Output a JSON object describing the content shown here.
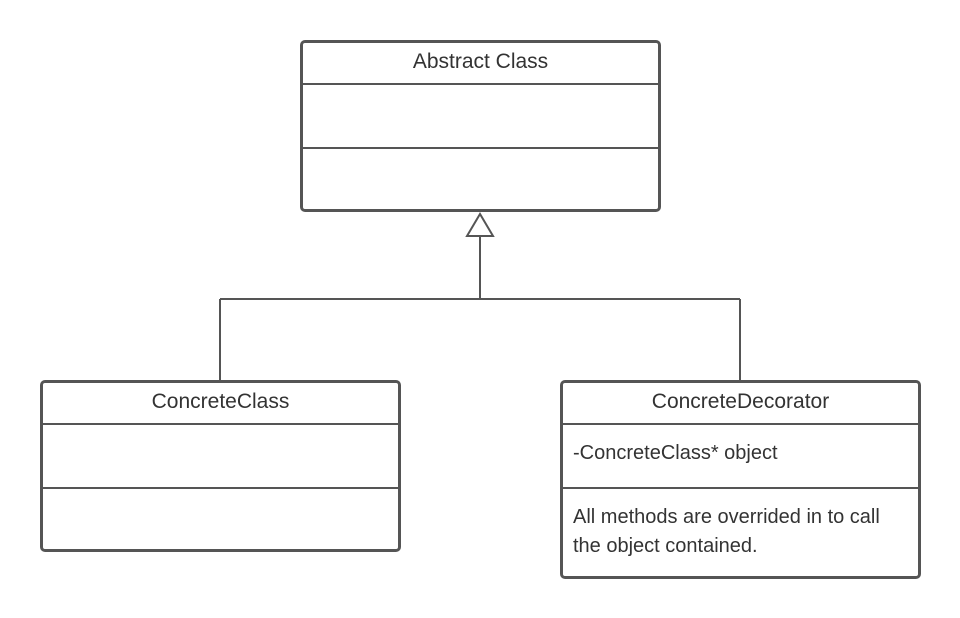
{
  "diagram": {
    "classes": [
      {
        "id": "abstract-class",
        "name": "Abstract Class",
        "attributes": "",
        "methods": ""
      },
      {
        "id": "concrete-class",
        "name": "ConcreteClass",
        "attributes": "",
        "methods": ""
      },
      {
        "id": "concrete-decorator",
        "name": "ConcreteDecorator",
        "attributes": "-ConcreteClass* object",
        "methods": "All methods are overrided in to call the object contained."
      }
    ],
    "relationships": [
      {
        "type": "generalization",
        "from": "ConcreteClass",
        "to": "Abstract Class"
      },
      {
        "type": "generalization",
        "from": "ConcreteDecorator",
        "to": "Abstract Class"
      }
    ],
    "colors": {
      "stroke": "#555555",
      "text": "#333333",
      "background": "#ffffff"
    }
  }
}
